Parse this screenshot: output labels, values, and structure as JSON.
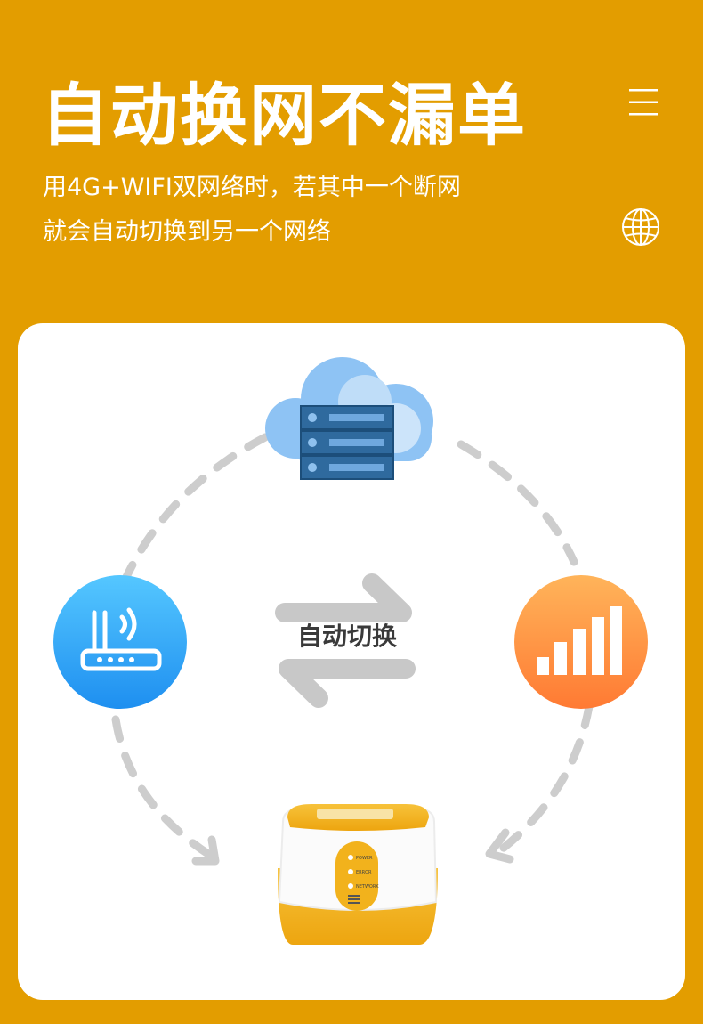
{
  "header": {
    "title": "自动换网不漏单",
    "subtitle_line1": "用4G+WIFI双网络时，若其中一个断网",
    "subtitle_line2": "就会自动切换到另一个网络"
  },
  "diagram": {
    "center_label": "自动切换",
    "device_led_labels": [
      "POWER",
      "ERROR",
      "NETWORK"
    ]
  },
  "colors": {
    "background": "#E39D00",
    "card": "#FFFFFF",
    "router_blue": "#1FA4F5",
    "signal_orange": "#FF8A3D",
    "cloud_blue": "#8EC3F4",
    "device_yellow": "#F2B21C",
    "dashes": "#CCCCCC"
  },
  "icons": [
    "menu-icon",
    "globe-icon",
    "cloud-server-icon",
    "router-icon",
    "signal-bars-icon",
    "switch-arrows-icon",
    "printer-device-icon"
  ]
}
